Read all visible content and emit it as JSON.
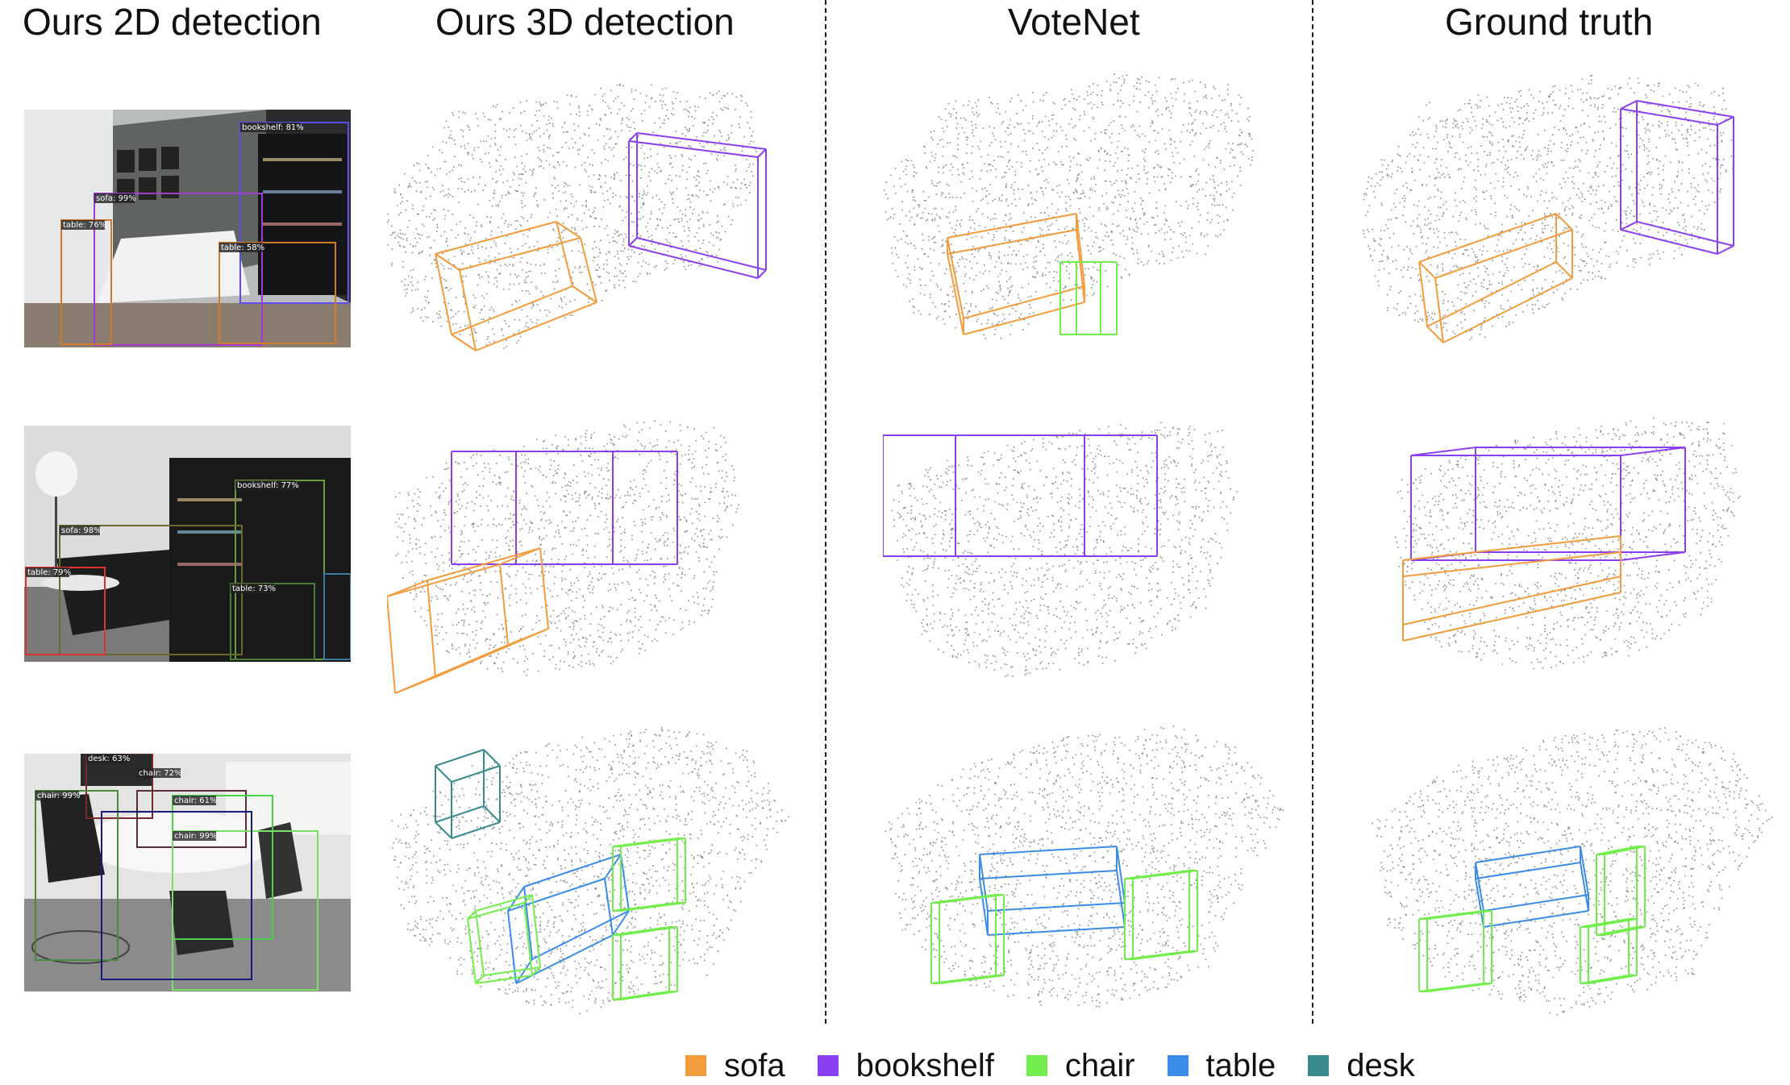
{
  "columns": [
    {
      "title": "Ours 2D detection"
    },
    {
      "title": "Ours 3D detection"
    },
    {
      "title": "VoteNet"
    },
    {
      "title": "Ground truth"
    }
  ],
  "colors": {
    "sofa": "#f39c3d",
    "bookshelf": "#8b3ff2",
    "chair": "#72ee4c",
    "table": "#3b8be9",
    "desk": "#3a8c8c"
  },
  "legend": [
    {
      "label": "sofa",
      "color": "#f39c3d"
    },
    {
      "label": "bookshelf",
      "color": "#8b3ff2"
    },
    {
      "label": "chair",
      "color": "#72ee4c"
    },
    {
      "label": "table",
      "color": "#3b8be9"
    },
    {
      "label": "desk",
      "color": "#3a8c8c"
    }
  ],
  "detections": {
    "row1": [
      "bookshelf: 81%",
      "sofa: 99%",
      "table: 76%",
      "table: 58%"
    ],
    "row2": [
      "bookshelf: 77%",
      "sofa: 98%",
      "table: 79%",
      "table: 73%"
    ],
    "row3": [
      "desk: 63%",
      "chair: 99%",
      "chair: 72%",
      "chair: 61%",
      "chair: 99%"
    ]
  }
}
